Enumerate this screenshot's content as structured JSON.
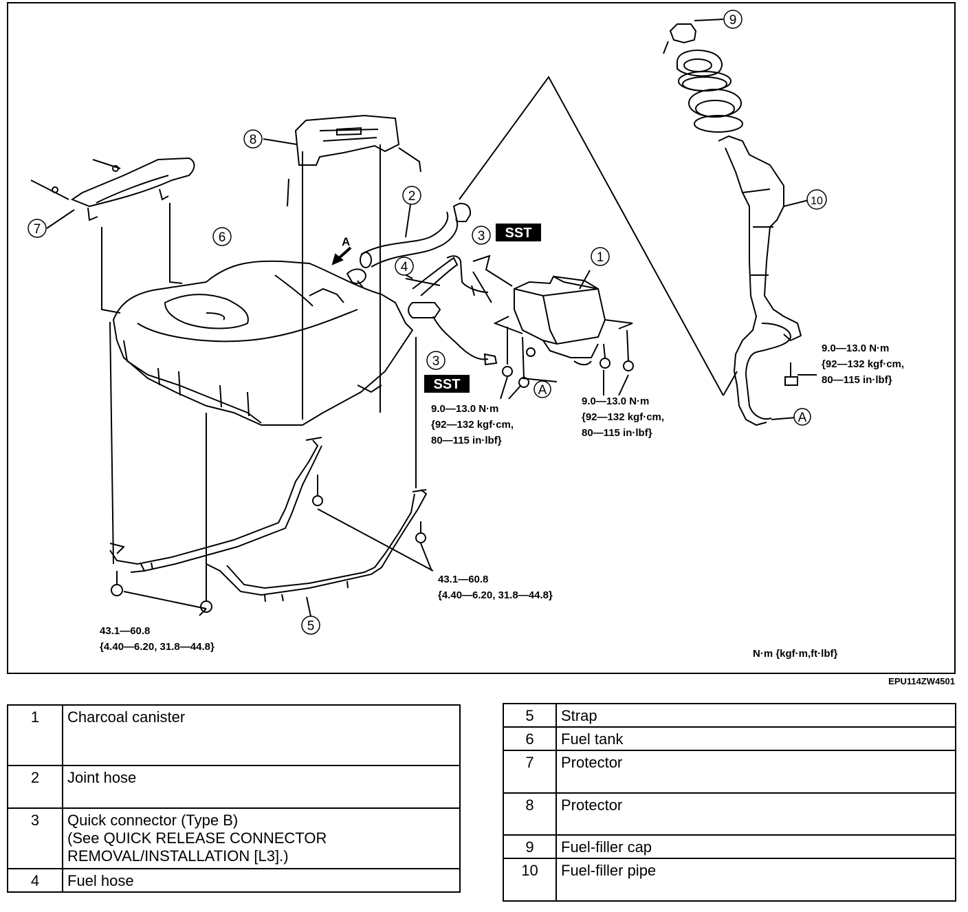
{
  "callouts": {
    "c1": "1",
    "c2": "2",
    "c3a": "3",
    "c3b": "3",
    "c4": "4",
    "c5": "5",
    "c6": "6",
    "c7": "7",
    "c8": "8",
    "c9": "9",
    "c10": "10",
    "cAa": "A",
    "cAb": "A",
    "view_a": "A"
  },
  "sst": {
    "top": "SST",
    "bottom": "SST"
  },
  "torques": {
    "canister_left": [
      "9.0—13.0 N·m",
      "{92—132 kgf·cm,",
      "80—115 in·lbf}"
    ],
    "canister_right": [
      "9.0—13.0 N·m",
      "{92—132 kgf·cm,",
      "80—115 in·lbf}"
    ],
    "filler": [
      "9.0—13.0 N·m",
      "{92—132 kgf·cm,",
      "80—115 in·lbf}"
    ],
    "strap_mid": [
      "43.1—60.8",
      "{4.40—6.20, 31.8—44.8}"
    ],
    "strap_left": [
      "43.1—60.8",
      "{4.40—6.20, 31.8—44.8}"
    ]
  },
  "units_note": "N·m {kgf·m,ft·lbf}",
  "figure_ref": "EPU114ZW4501",
  "legend_left": [
    {
      "num": "1",
      "desc": "Charcoal canister"
    },
    {
      "num": "2",
      "desc": "Joint hose"
    },
    {
      "num": "3",
      "desc": "Quick connector (Type B)",
      "desc2": "(See QUICK RELEASE CONNECTOR",
      "desc3": "REMOVAL/INSTALLATION [L3].)"
    },
    {
      "num": "4",
      "desc": "Fuel hose"
    }
  ],
  "legend_right": [
    {
      "num": "5",
      "desc": "Strap"
    },
    {
      "num": "6",
      "desc": "Fuel tank"
    },
    {
      "num": "7",
      "desc": "Protector"
    },
    {
      "num": "8",
      "desc": "Protector"
    },
    {
      "num": "9",
      "desc": "Fuel-filler cap"
    },
    {
      "num": "10",
      "desc": "Fuel-filler pipe"
    }
  ]
}
